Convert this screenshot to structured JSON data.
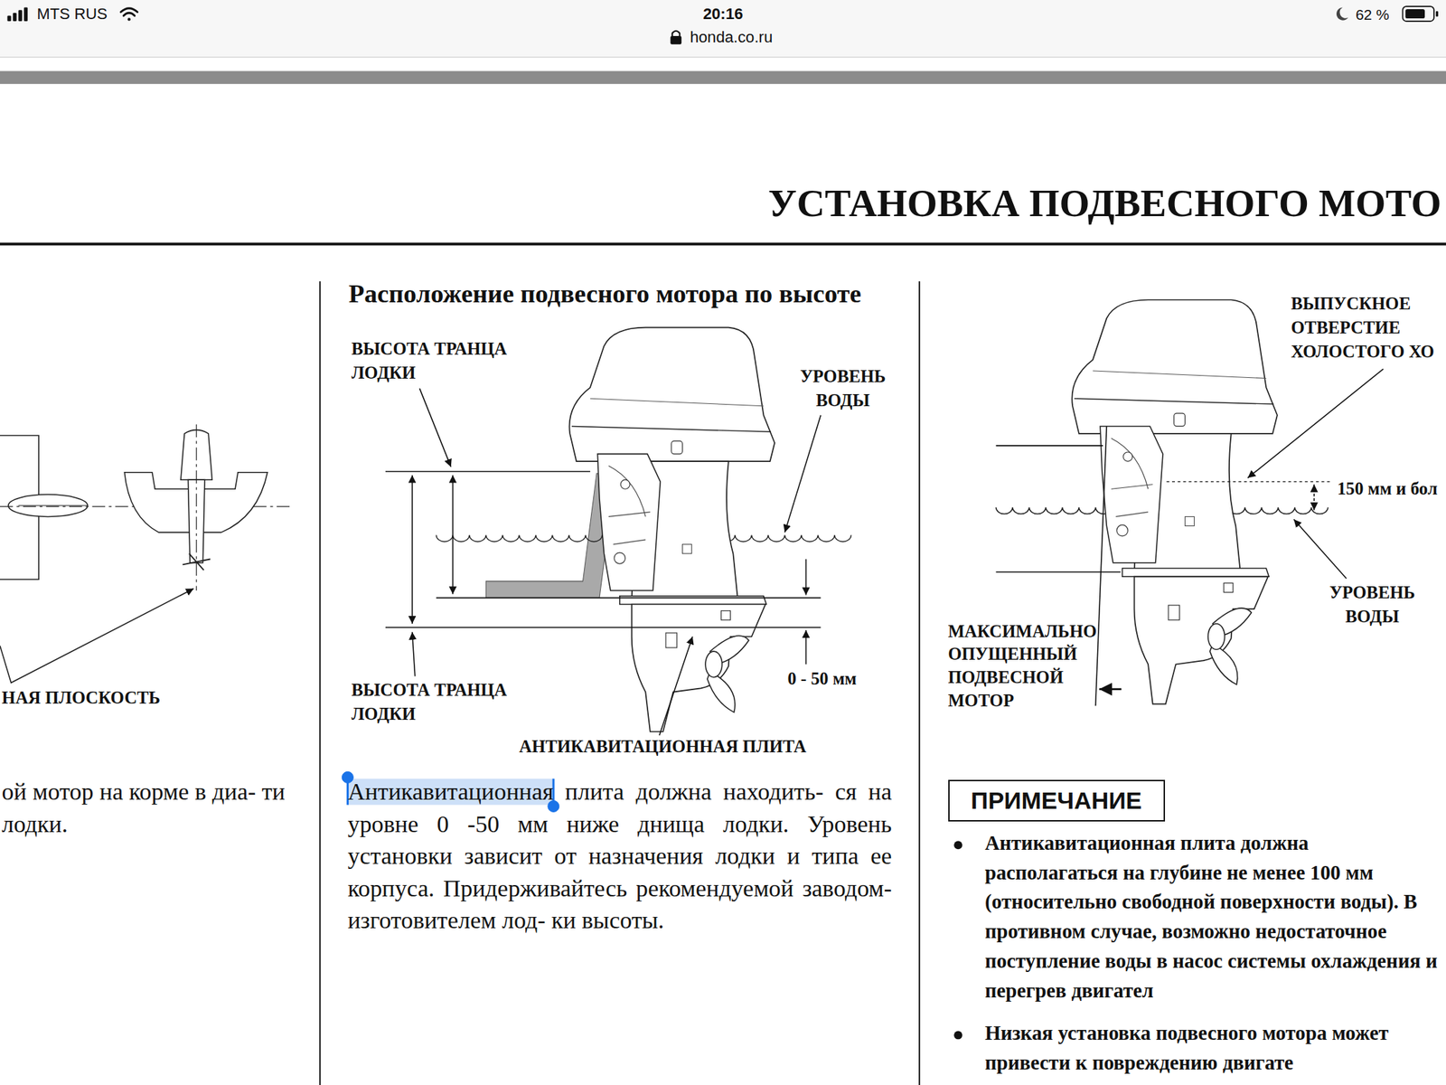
{
  "diagram": {
    "title": "УСТАНОВКА ПОДВЕСНОГО МОТО",
    "nodes": [
      {
        "text": [
          "ПРИМЕЧАНИЕ"
        ]
      }
    ],
    "labels": [
      "MTS RUS",
      "20:16",
      "honda.co.ru",
      "62 %",
      "Расположение подвесного мотора по высоте",
      "ВЫСОТА ТРАНЦА ЛОДКИ",
      "УРОВЕНЬ ВОДЫ",
      "0 - 50 мм",
      "ВЫСОТА ТРАНЦА ЛОДКИ",
      "АНТИКАВИТАЦИОННАЯ ПЛИТА",
      "Антикавитационная плита должна находить- ся на уровне 0 -50 мм ниже днища лодки. Уровень установки зависит от назначения лодки и типа ее корпуса. Придерживайтесь рекомендуемой заводом-изготовителем лод- ки высоты.",
      "НАЯ ПЛОСКОСТЬ",
      "ой мотор на корме в диа- ти лодки.",
      "ВЫПУСКНОЕ ОТВЕРСТИЕ ХОЛОСТОГО ХО",
      "150 мм и бол",
      "УРОВЕНЬ ВОДЫ",
      "МАКСИМАЛЬНО ОПУЩЕННЫЙ ПОДВЕСНОЙ МОТОР",
      "Антикавитационная плита должна располагаться на глубине не менее 100 мм (относительно свободной поверхности воды). В противном случае, возможно недостаточное поступление воды в насос системы охлаждения и перегрев двигател",
      "Низкая установка подвесного мотора может привести к повреждению двигате"
    ]
  }
}
